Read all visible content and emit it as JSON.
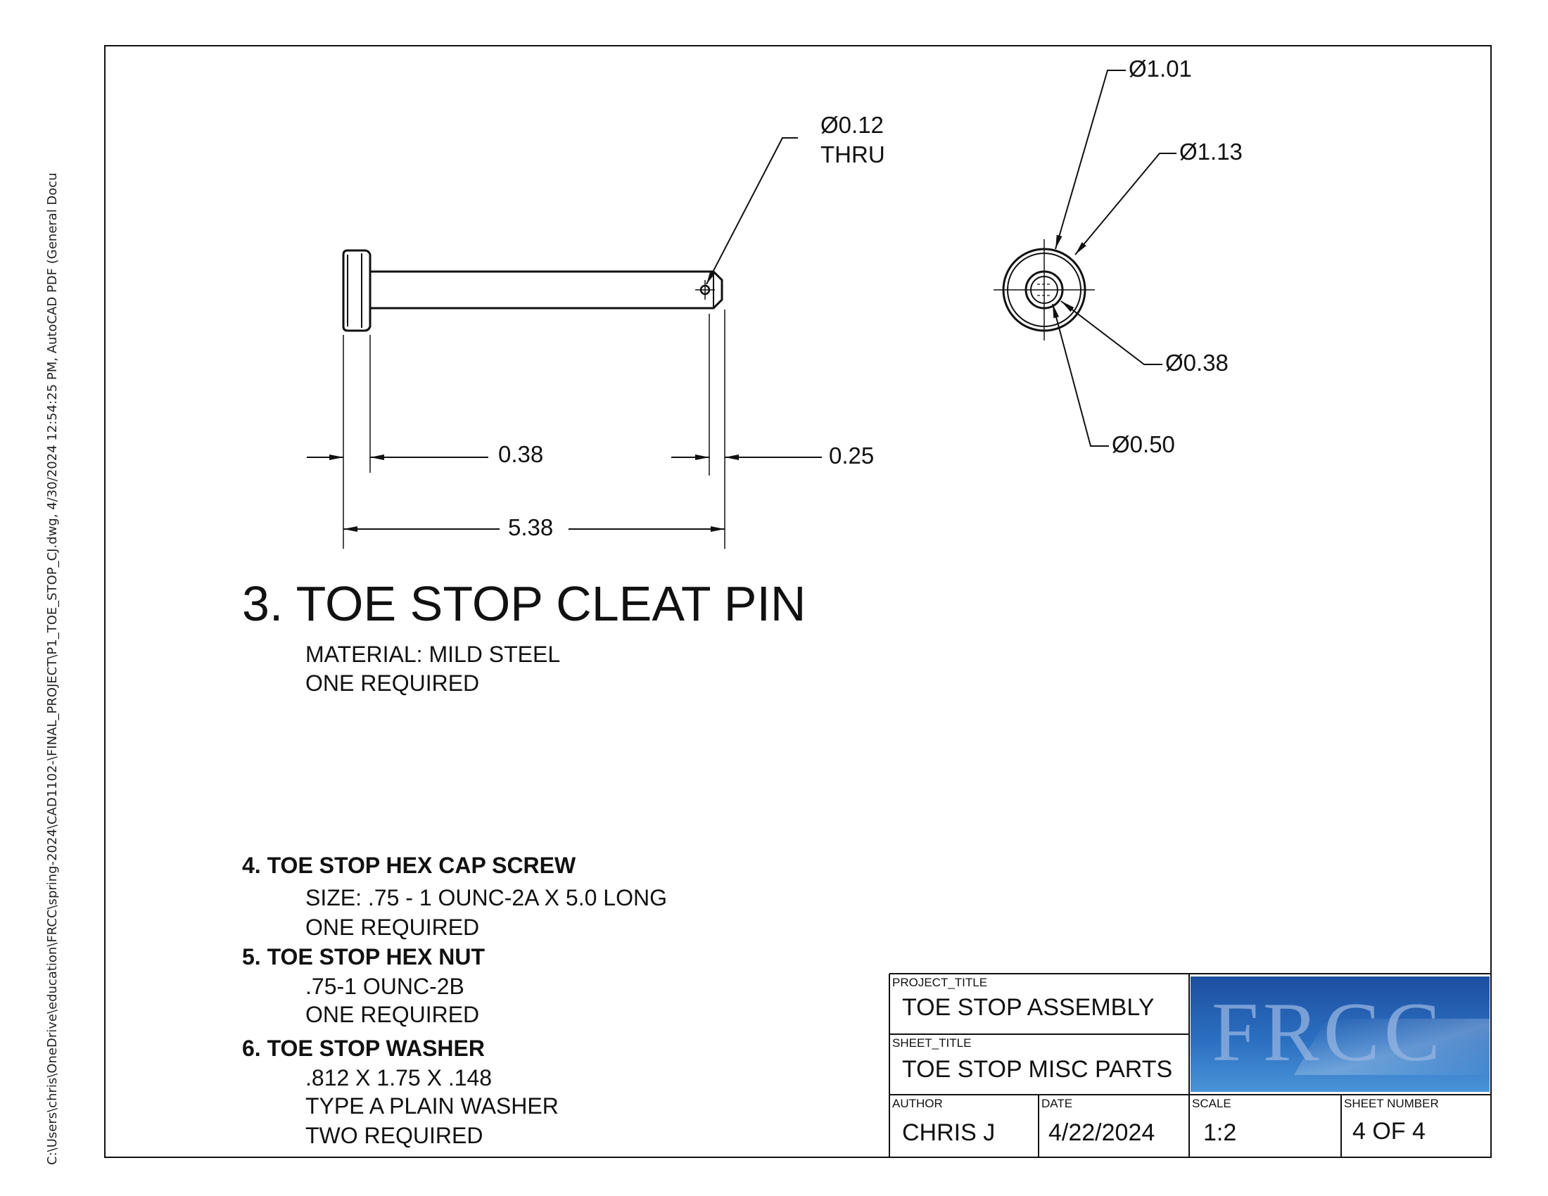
{
  "file_path": "C:\\Users\\chris\\OneDrive\\education\\FRCC\\spring-2024\\CAD1102-\\FINAL_PROJECT\\P1_TOE_STOP_CJ.dwg, 4/30/2024 12:54:25 PM, AutoCAD PDF (General Docu",
  "dimensions": {
    "hole_dia": "Ø0.12",
    "hole_thru": "THRU",
    "head_width": "0.38",
    "chamfer": "0.25",
    "overall_length": "5.38",
    "dia_1_01": "Ø1.01",
    "dia_1_13": "Ø1.13",
    "dia_0_38": "Ø0.38",
    "dia_0_50": "Ø0.50"
  },
  "part3": {
    "title": "3. TOE STOP CLEAT PIN",
    "material": "MATERIAL: MILD STEEL",
    "qty": "ONE REQUIRED"
  },
  "part4": {
    "title": "4. TOE STOP HEX CAP SCREW",
    "size": "SIZE: .75 - 1 OUNC-2A X 5.0 LONG",
    "qty": "ONE REQUIRED"
  },
  "part5": {
    "title": "5. TOE STOP HEX NUT",
    "size": ".75-1 OUNC-2B",
    "qty": "ONE REQUIRED"
  },
  "part6": {
    "title": "6. TOE STOP WASHER",
    "size": ".812 X 1.75 X .148",
    "type": "TYPE A PLAIN WASHER",
    "qty": "TWO REQUIRED"
  },
  "title_block": {
    "project_title_label": "PROJECT_TITLE",
    "project_title": "TOE STOP ASSEMBLY",
    "sheet_title_label": "SHEET_TITLE",
    "sheet_title": "TOE STOP MISC PARTS",
    "author_label": "AUTHOR",
    "author": "CHRIS J",
    "date_label": "DATE",
    "date": "4/22/2024",
    "scale_label": "SCALE",
    "scale": "1:2",
    "sheet_number_label": "SHEET NUMBER",
    "sheet_number": "4 OF 4",
    "logo": "FRCC"
  },
  "colors": {
    "line": "#111111",
    "logo_bg": "#2b6fc0"
  }
}
